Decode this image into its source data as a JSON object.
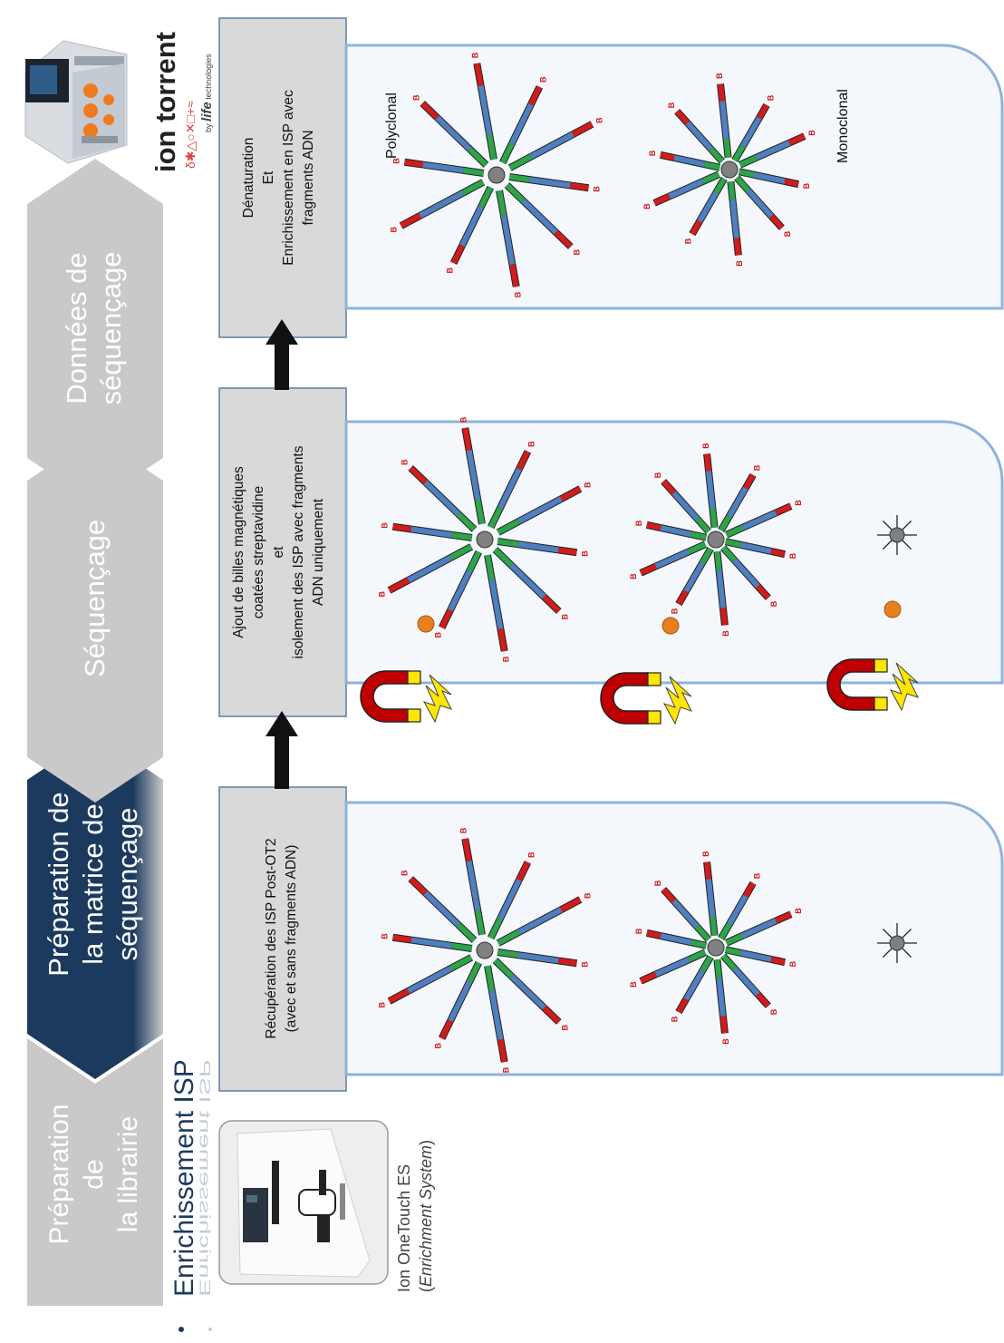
{
  "steps": [
    {
      "label": "Préparation de la librairie",
      "lines": [
        "Préparation",
        "de",
        "la librairie"
      ],
      "active": false
    },
    {
      "label": "Préparation de la matrice de séquençage",
      "lines": [
        "Préparation de",
        "la matrice de",
        "séquençage"
      ],
      "active": true
    },
    {
      "label": "Séquençage",
      "lines": [
        "Séquençage"
      ],
      "active": false
    },
    {
      "label": "Données de séquençage",
      "lines": [
        "Données de",
        "séquençage"
      ],
      "active": false
    }
  ],
  "section_title": "Enrichissement ISP",
  "device": {
    "name": "Ion OneTouch ES",
    "subtitle_open": "(",
    "subtitle_italic": "Enrichment System",
    "subtitle_close": ")"
  },
  "logo": {
    "brand": "ion torrent",
    "symbols": "δ✱△○✕□+≈",
    "by": "by",
    "life": "life",
    "tech": "technologies"
  },
  "process_boxes": [
    {
      "lines": [
        "Récupération  des ISP Post-OT2",
        "(avec  et sans fragments  ADN)"
      ]
    },
    {
      "lines": [
        "Ajout de billes magnétiques",
        "coatées  streptavidine",
        "et",
        "isolement des ISP avec  fragments",
        "ADN uniquement"
      ]
    },
    {
      "lines": [
        "Dénaturation",
        "Et",
        "Enrichissement en ISP avec",
        "fragments  ADN"
      ]
    }
  ],
  "panel3_labels": {
    "polyclonal": "Polyclonal",
    "monoclonal": "Monoclonal"
  },
  "biotin_label": "B",
  "colors": {
    "nav_grey": "#c9c9c9",
    "nav_active": "#1c3a5e",
    "panel_border": "#8fb3d9",
    "panel_fill": "#f4f8fd",
    "box_fill": "#d9d9d9",
    "box_border": "#5b7fa6",
    "strand_blue": "#4f7fbf",
    "strand_green": "#2ea34a",
    "strand_red": "#d01c1c",
    "bead_grey": "#808080",
    "orange_bead": "#e8801e",
    "magnet_red": "#c00000",
    "magnet_yellow": "#ffe600"
  }
}
